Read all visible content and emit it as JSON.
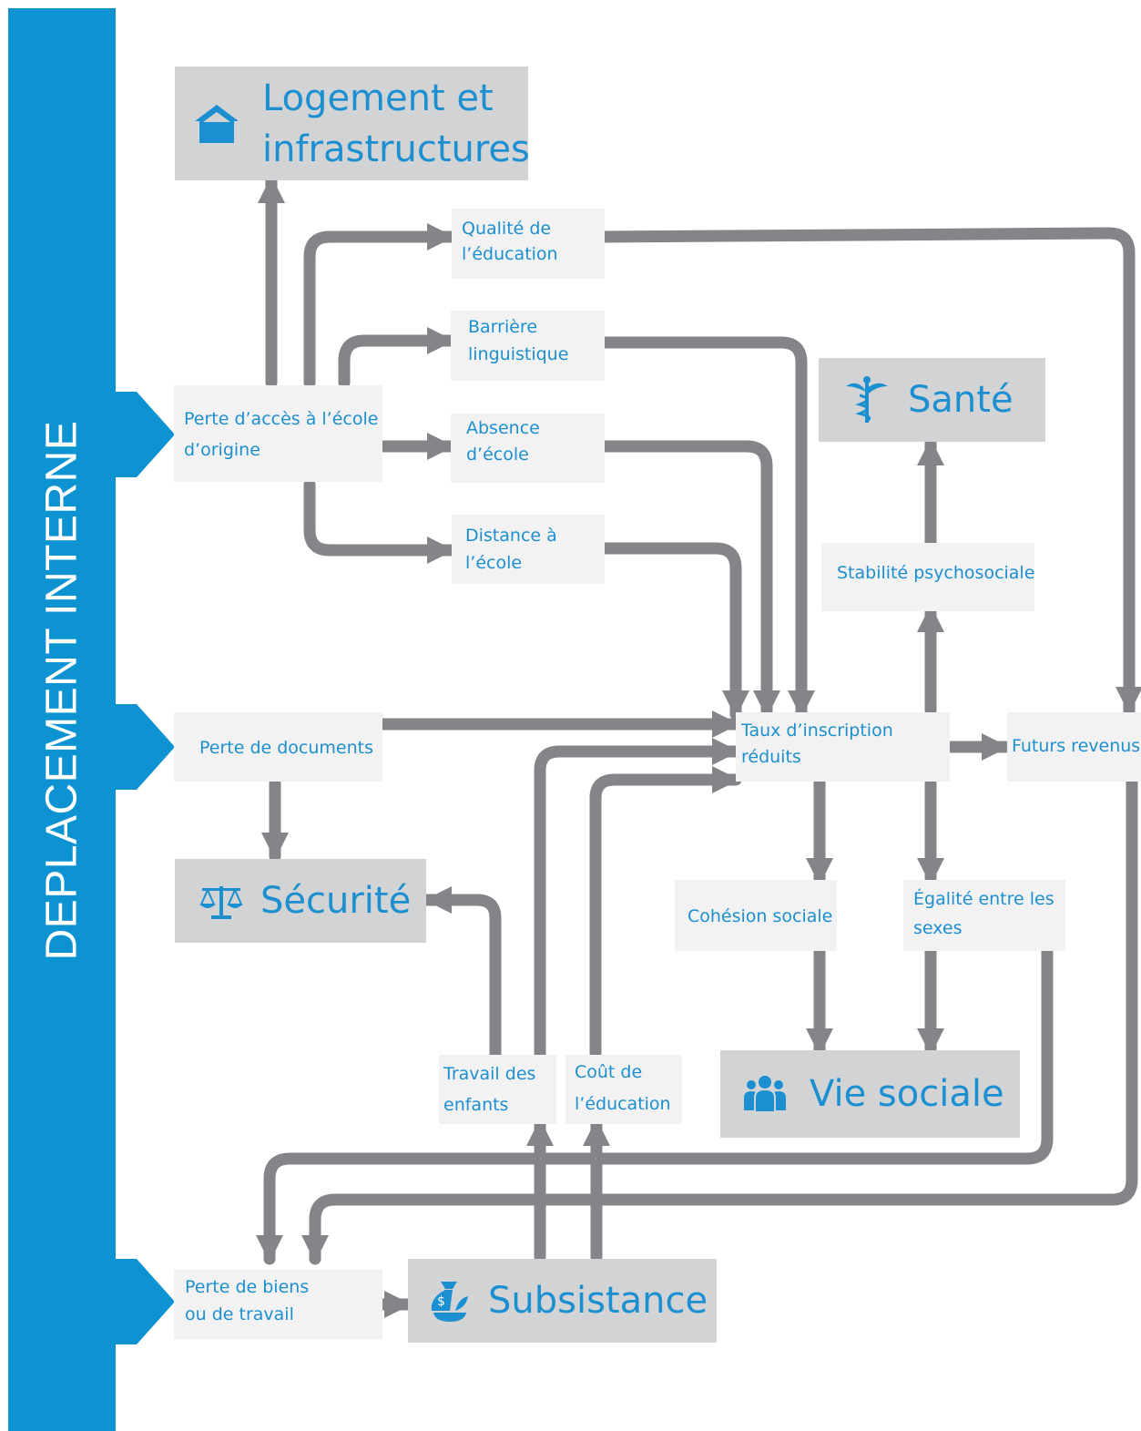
{
  "sidebar": {
    "title": "DEPLACEMENT INTERNE"
  },
  "categories": {
    "logement": "Logement et infrastructures",
    "sante": "Santé",
    "securite": "Sécurité",
    "vie_sociale": "Vie sociale",
    "subsistance": "Subsistance"
  },
  "nodes": {
    "perte_acces": "Perte d’accès à l’école d’origine",
    "qualite": "Qualité de l’éducation",
    "barriere": "Barrière linguistique",
    "absence": "Absence d’école",
    "distance": "Distance à l’école",
    "perte_documents": "Perte de documents",
    "taux": "Taux d’inscription réduits",
    "futurs_revenus": "Futurs revenus",
    "stabilite": "Stabilité psychosociale",
    "cohesion": "Cohésion sociale",
    "egalite": "Égalité entre les sexes",
    "travail_enfants": "Travail des enfants",
    "cout": "Coût de l’éducation",
    "perte_biens": "Perte de biens ou de travail"
  },
  "icons": {
    "logement": "house-icon",
    "sante": "caduceus-icon",
    "securite": "scales-icon",
    "vie_sociale": "people-icon",
    "subsistance": "money-bag-icon"
  },
  "colors": {
    "band": "#0d93d2",
    "text": "#1c8fd0",
    "arrow": "#848589",
    "node_bg": "#f2f2f2",
    "category_bg": "#d2d3d5"
  }
}
